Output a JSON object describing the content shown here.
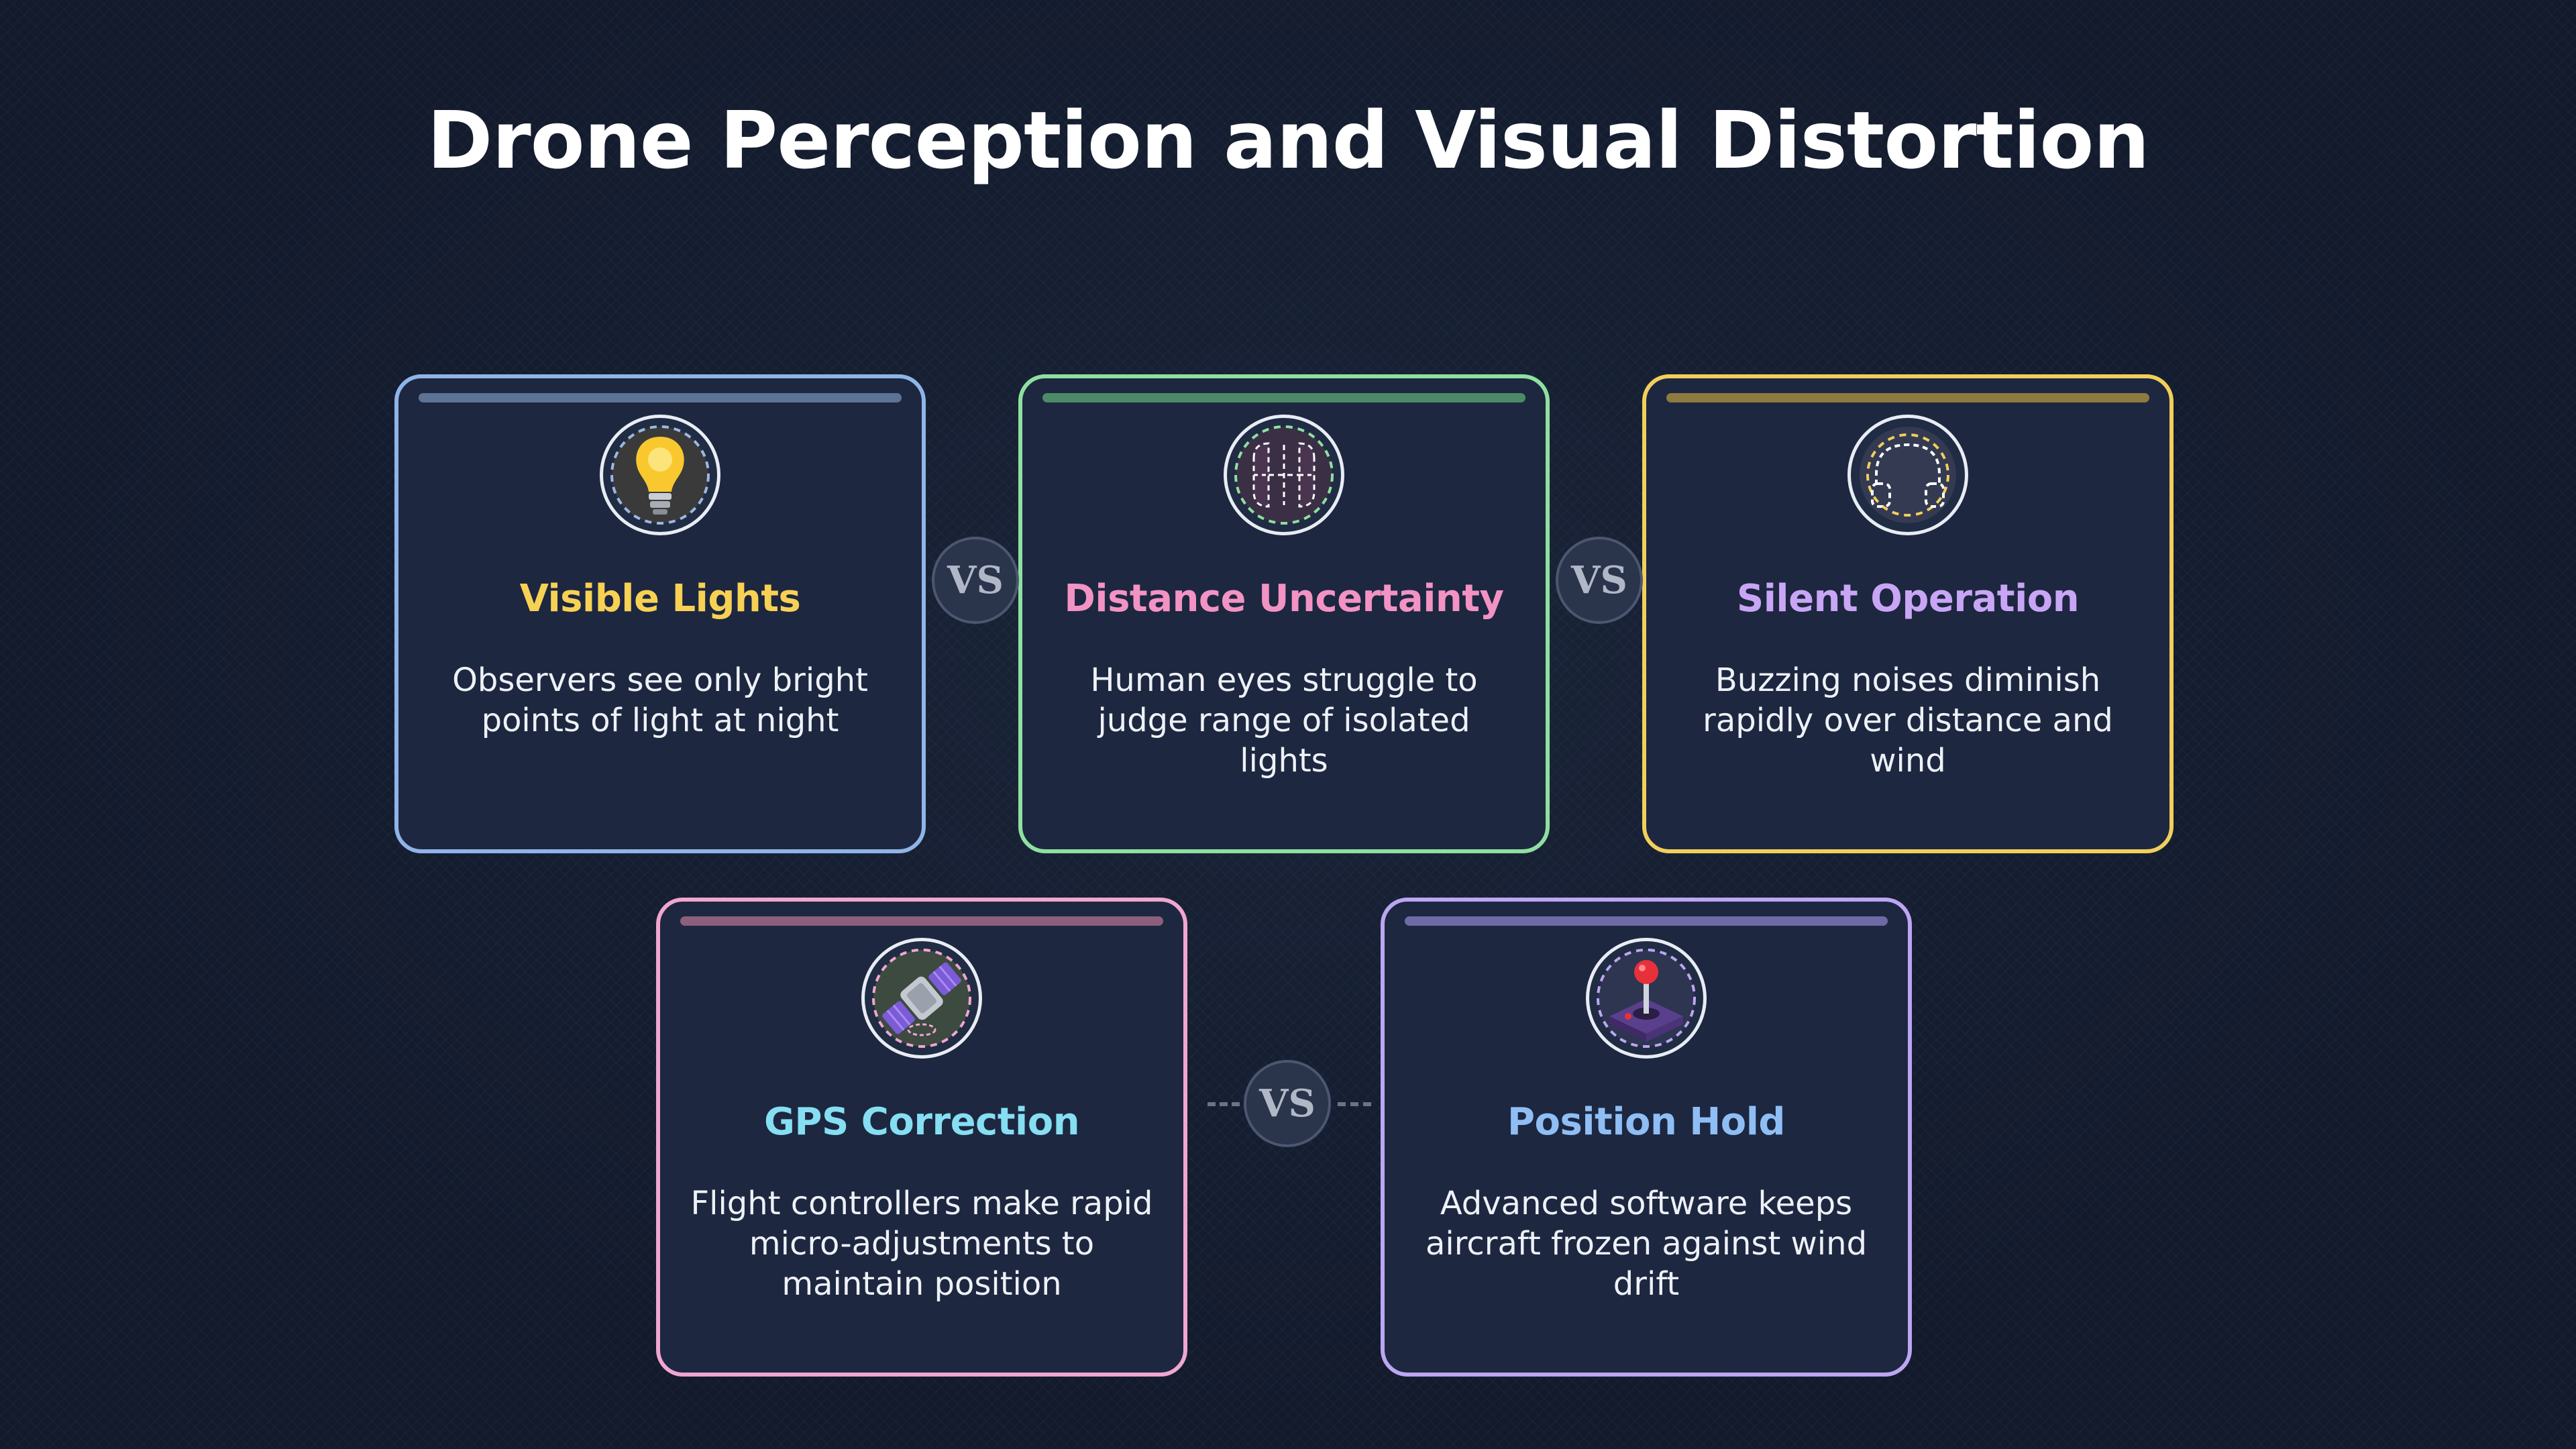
{
  "title": "Drone Perception and Visual Distortion",
  "vs_label": "VS",
  "cards": [
    {
      "title": "Visible Lights",
      "desc": "Observers see only bright points of light at night",
      "icon": "lightbulb-icon",
      "border_color": "#8fb4e8",
      "bar_color": "#5c7396",
      "title_color": "#f7d154"
    },
    {
      "title": "Distance Uncertainty",
      "desc": "Human eyes struggle to judge range of isolated lights",
      "icon": "eyes-dotted-icon",
      "border_color": "#8fe0a0",
      "bar_color": "#4d8a67",
      "title_color": "#f293c4"
    },
    {
      "title": "Silent Operation",
      "desc": "Buzzing noises diminish rapidly over distance and wind",
      "icon": "headphones-dotted-icon",
      "border_color": "#f2cf5a",
      "bar_color": "#8c7a40",
      "title_color": "#c9a6f5"
    },
    {
      "title": "GPS Correction",
      "desc": "Flight controllers make rapid micro-adjustments to maintain position",
      "icon": "satellite-icon",
      "border_color": "#f0a6d0",
      "bar_color": "#8c5f7c",
      "title_color": "#86def2"
    },
    {
      "title": "Position Hold",
      "desc": "Advanced software keeps aircraft frozen against wind drift",
      "icon": "joystick-icon",
      "border_color": "#bca6f2",
      "bar_color": "#6e6aa6",
      "title_color": "#8fbef5"
    }
  ]
}
